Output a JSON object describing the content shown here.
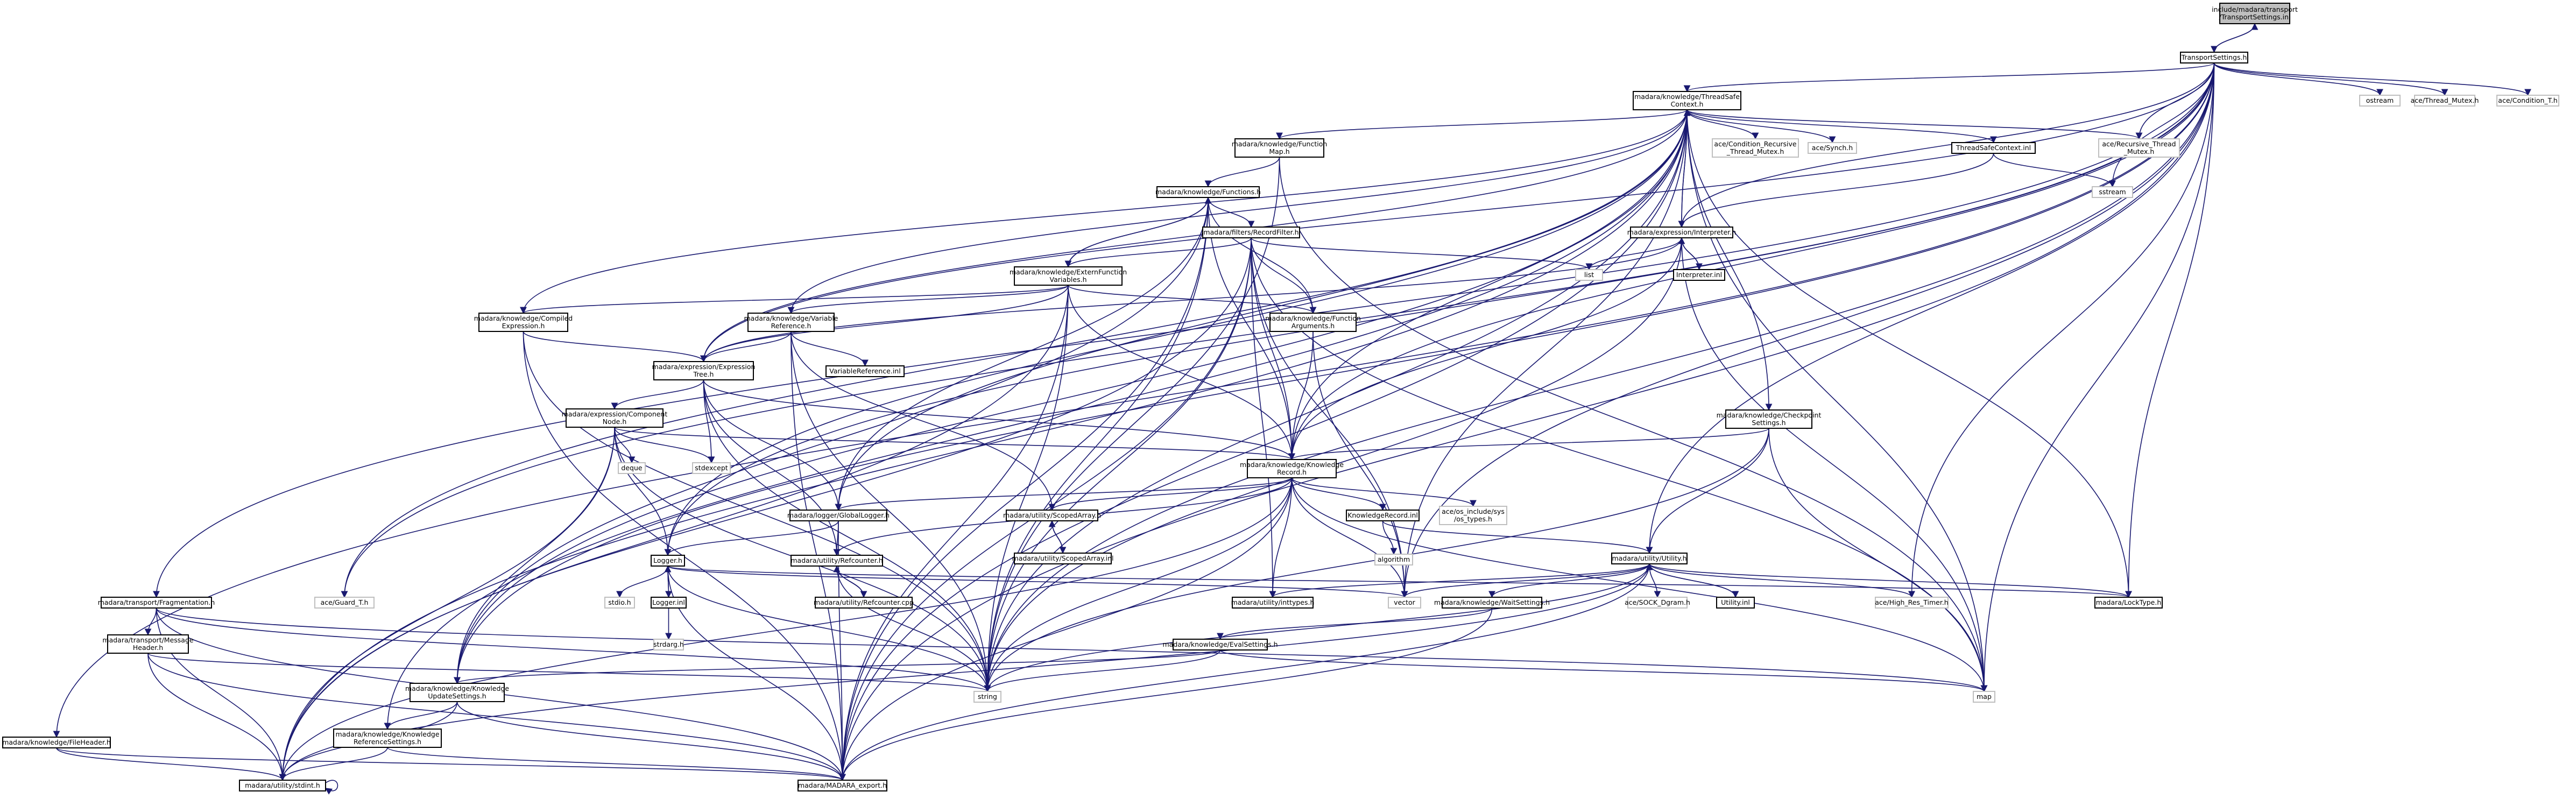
{
  "nodes": [
    {
      "id": "root",
      "label": "include/madara/transport\n/TransportSettings.inl"
    },
    {
      "id": "ts",
      "label": "TransportSettings.h"
    },
    {
      "id": "tsc",
      "label": "madara/knowledge/ThreadSafe\nContext.h"
    },
    {
      "id": "ostream",
      "label": "ostream"
    },
    {
      "id": "thrmutex",
      "label": "ace/Thread_Mutex.h"
    },
    {
      "id": "condt",
      "label": "ace/Condition_T.h"
    },
    {
      "id": "recmut",
      "label": "ace/Recursive_Thread\n_Mutex.h"
    },
    {
      "id": "condrec",
      "label": "ace/Condition_Recursive\n_Thread_Mutex.h"
    },
    {
      "id": "synch",
      "label": "ace/Synch.h"
    },
    {
      "id": "tscinl",
      "label": "ThreadSafeContext.inl"
    },
    {
      "id": "sstream",
      "label": "sstream"
    },
    {
      "id": "fmap",
      "label": "madara/knowledge/Function\nMap.h"
    },
    {
      "id": "funcs",
      "label": "madara/knowledge/Functions.h"
    },
    {
      "id": "rfilter",
      "label": "madara/filters/RecordFilter.h"
    },
    {
      "id": "interp",
      "label": "madara/expression/Interpreter.h"
    },
    {
      "id": "list",
      "label": "list"
    },
    {
      "id": "interpinl",
      "label": "Interpreter.inl"
    },
    {
      "id": "efv",
      "label": "madara/knowledge/ExternFunction\nVariables.h"
    },
    {
      "id": "compexp",
      "label": "madara/knowledge/Compiled\nExpression.h"
    },
    {
      "id": "varref",
      "label": "madara/knowledge/Variable\nReference.h"
    },
    {
      "id": "funcargs",
      "label": "madara/knowledge/Function\nArguments.h"
    },
    {
      "id": "varrefinl",
      "label": "VariableReference.inl"
    },
    {
      "id": "exptree",
      "label": "madara/expression/Expression\nTree.h"
    },
    {
      "id": "cpnode",
      "label": "madara/expression/Component\nNode.h"
    },
    {
      "id": "deque",
      "label": "deque"
    },
    {
      "id": "stdexcept",
      "label": "stdexcept"
    },
    {
      "id": "ckset",
      "label": "madara/knowledge/Checkpoint\nSettings.h"
    },
    {
      "id": "krec",
      "label": "madara/knowledge/Knowledge\nRecord.h"
    },
    {
      "id": "glogger",
      "label": "madara/logger/GlobalLogger.h"
    },
    {
      "id": "scopedarr",
      "label": "madara/utility/ScopedArray.h"
    },
    {
      "id": "krecinl",
      "label": "KnowledgeRecord.inl"
    },
    {
      "id": "aceos",
      "label": "ace/os_include/sys\n/os_types.h"
    },
    {
      "id": "scopedarrinl",
      "label": "madara/utility/ScopedArray.inl"
    },
    {
      "id": "algorithm",
      "label": "algorithm"
    },
    {
      "id": "utility",
      "label": "madara/utility/Utility.h"
    },
    {
      "id": "logger",
      "label": "Logger.h"
    },
    {
      "id": "refcnt",
      "label": "madara/utility/Refcounter.h"
    },
    {
      "id": "guardt",
      "label": "ace/Guard_T.h"
    },
    {
      "id": "stdio",
      "label": "stdio.h"
    },
    {
      "id": "loggerinl",
      "label": "Logger.inl"
    },
    {
      "id": "strdarg",
      "label": "strdarg.h"
    },
    {
      "id": "refcntcpp",
      "label": "madara/utility/Refcounter.cpp"
    },
    {
      "id": "vector",
      "label": "vector"
    },
    {
      "id": "inttypes",
      "label": "madara/utility/inttypes.h"
    },
    {
      "id": "waitset",
      "label": "madara/knowledge/WaitSettings.h"
    },
    {
      "id": "sockdgram",
      "label": "ace/SOCK_Dgram.h"
    },
    {
      "id": "utilinl",
      "label": "Utility.inl"
    },
    {
      "id": "hrtimer",
      "label": "ace/High_Res_Timer.h"
    },
    {
      "id": "locktype",
      "label": "madara/LockType.h"
    },
    {
      "id": "evalset",
      "label": "madara/knowledge/EvalSettings.h"
    },
    {
      "id": "fragment",
      "label": "madara/transport/Fragmentation.h"
    },
    {
      "id": "msghdr",
      "label": "madara/transport/Message\nHeader.h"
    },
    {
      "id": "string",
      "label": "string"
    },
    {
      "id": "map",
      "label": "map"
    },
    {
      "id": "kupd",
      "label": "madara/knowledge/Knowledge\nUpdateSettings.h"
    },
    {
      "id": "krefset",
      "label": "madara/knowledge/Knowledge\nReferenceSettings.h"
    },
    {
      "id": "fileheader",
      "label": "madara/knowledge/FileHeader.h"
    },
    {
      "id": "stdint",
      "label": "madara/utility/stdint.h"
    },
    {
      "id": "export",
      "label": "madara/MADARA_export.h"
    }
  ]
}
